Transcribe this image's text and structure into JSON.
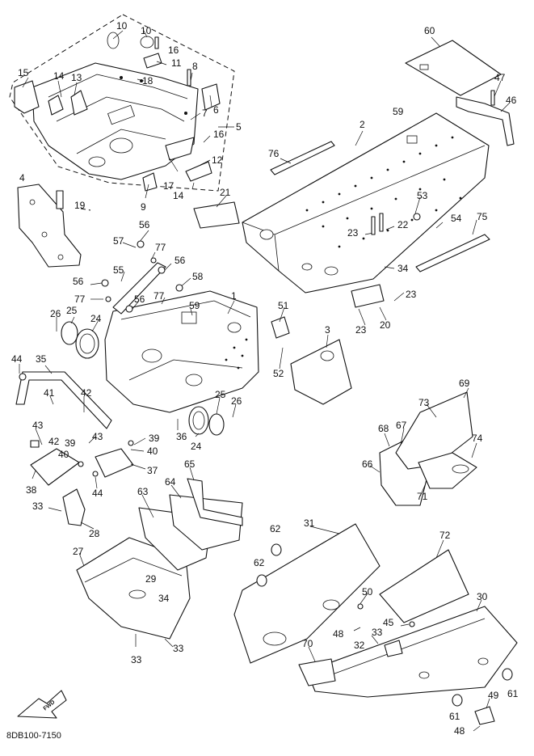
{
  "document_code": "8DB100-7150",
  "fwd_label": "FWD",
  "callouts": [
    "1",
    "2",
    "3",
    "4",
    "5",
    "6",
    "7",
    "8",
    "9",
    "10",
    "11",
    "12",
    "13",
    "14",
    "15",
    "16",
    "17",
    "18",
    "19",
    "20",
    "21",
    "22",
    "23",
    "24",
    "25",
    "26",
    "27",
    "28",
    "29",
    "30",
    "31",
    "32",
    "33",
    "34",
    "35",
    "36",
    "37",
    "38",
    "39",
    "40",
    "41",
    "42",
    "43",
    "44",
    "45",
    "46",
    "47",
    "48",
    "49",
    "50",
    "51",
    "52",
    "53",
    "54",
    "55",
    "56",
    "57",
    "58",
    "59",
    "60",
    "61",
    "62",
    "63",
    "64",
    "65",
    "66",
    "67",
    "68",
    "69",
    "70",
    "71",
    "72",
    "73",
    "74",
    "75",
    "76",
    "77"
  ]
}
